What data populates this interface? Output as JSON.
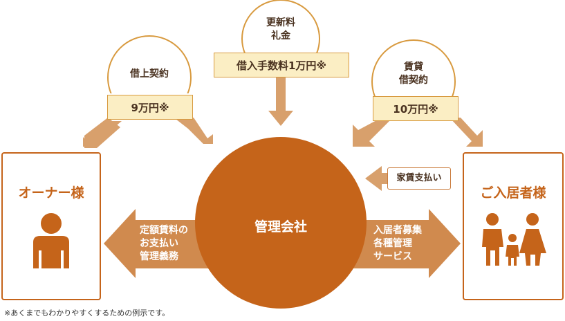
{
  "left_contract": {
    "label": "借上契約",
    "fee": "9万円※"
  },
  "center_contract": {
    "label_line1": "更新料",
    "label_line2": "礼金",
    "fee": "借入手数料1万円※"
  },
  "right_contract": {
    "label_line1": "賃貸",
    "label_line2": "借契約",
    "fee": "10万円※"
  },
  "owner": {
    "title": "オーナー様"
  },
  "resident": {
    "title": "ご入居者様"
  },
  "company": {
    "label": "管理会社"
  },
  "left_flow": {
    "line1": "定額賃料の",
    "line2": "お支払い",
    "line3": "管理義務"
  },
  "right_flow": {
    "line1": "入居者募集",
    "line2": "各種管理",
    "line3": "サービス"
  },
  "rent_payment": {
    "label": "家賃支払い"
  },
  "note": "※あくまでもわかりやすくするための例示です。",
  "colors": {
    "brand": "#c5641a",
    "arrow": "#d08a4e",
    "fee_bg": "#fbeec4",
    "fee_border": "#d89a3f"
  }
}
